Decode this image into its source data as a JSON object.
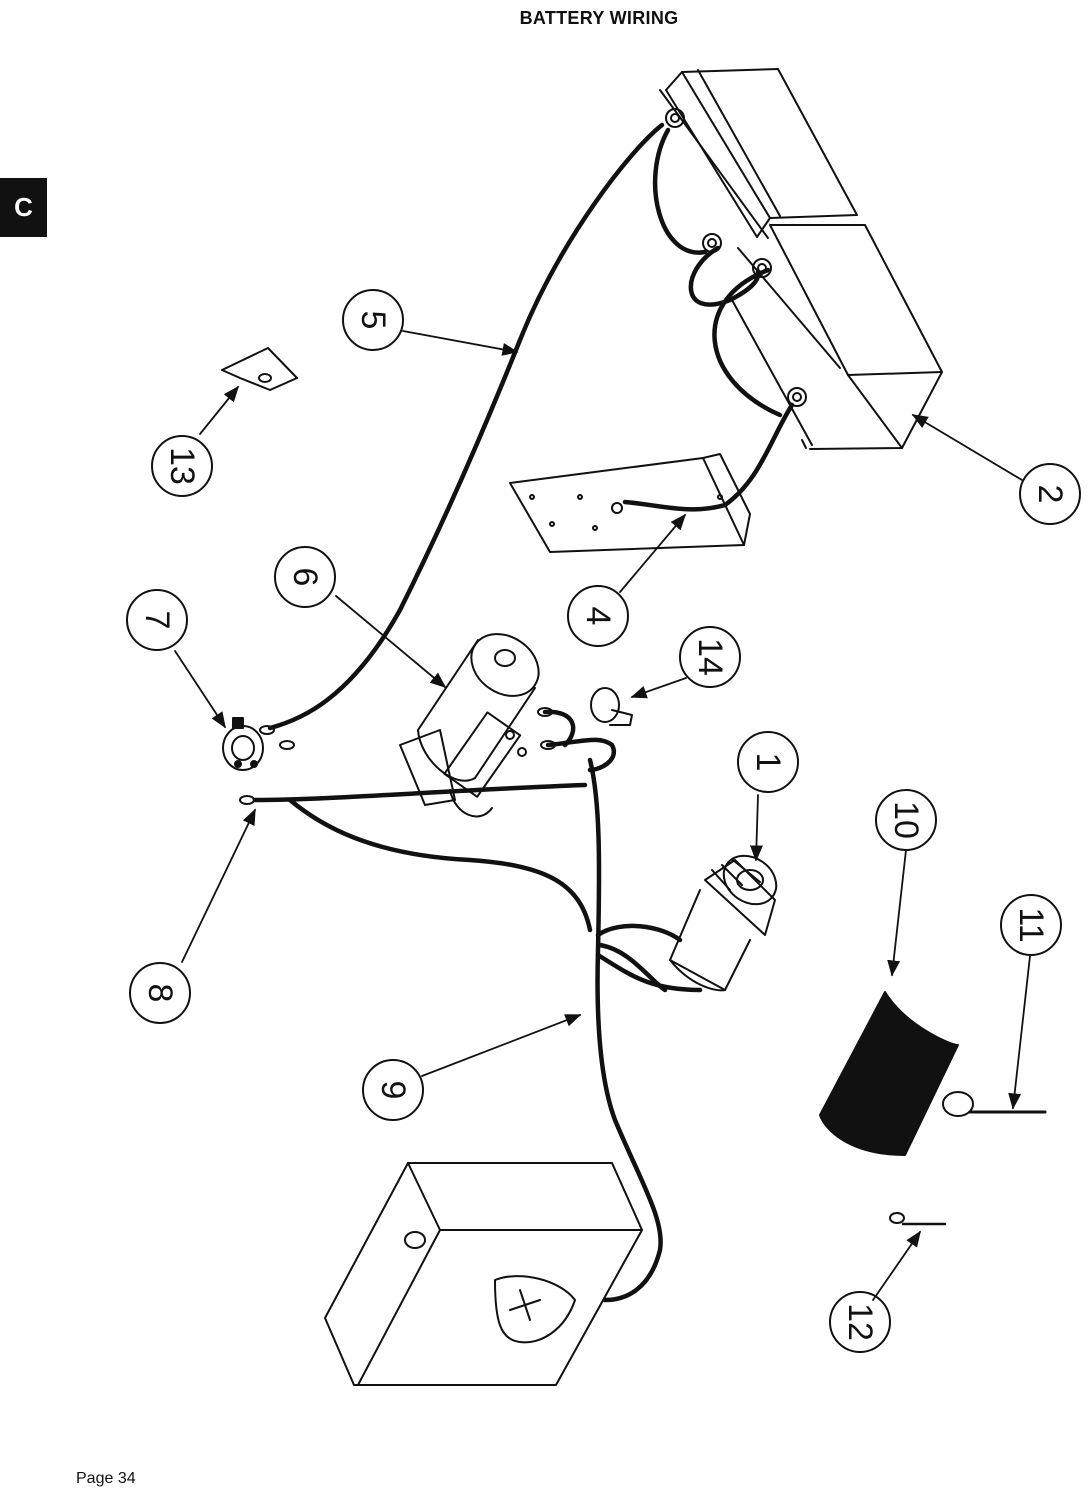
{
  "page": {
    "title": "BATTERY WIRING",
    "section_tab": "C",
    "page_number": "Page 34"
  },
  "callouts": {
    "c1": "1",
    "c2": "2",
    "c4": "4",
    "c5": "5",
    "c6": "6",
    "c7": "7",
    "c8": "8",
    "c9": "9",
    "c10": "10",
    "c11": "11",
    "c12": "12",
    "c13": "13",
    "c14": "14"
  }
}
